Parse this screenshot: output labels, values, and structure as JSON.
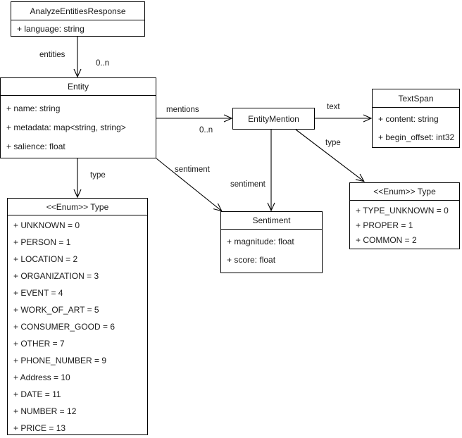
{
  "diagram": {
    "title": "AnalyzeEntitiesResponse UML class diagram",
    "type": "uml-class-diagram",
    "line_color": "#000000",
    "text_color": "#1a1a1a",
    "background": "#ffffff"
  },
  "classes": {
    "analyze_entities_response": {
      "name": "AnalyzeEntitiesResponse",
      "attributes": [
        "+ language: string"
      ]
    },
    "entity": {
      "name": "Entity",
      "attributes": [
        "+ name: string",
        "+ metadata: map<string, string>",
        "+ salience: float"
      ]
    },
    "entity_mention": {
      "name": "EntityMention",
      "attributes": []
    },
    "text_span": {
      "name": "TextSpan",
      "attributes": [
        "+ content: string",
        "+ begin_offset: int32"
      ]
    },
    "sentiment": {
      "name": "Sentiment",
      "attributes": [
        "+ magnitude: float",
        "+ score: float"
      ]
    },
    "entity_type_enum": {
      "name": "<<Enum>> Type",
      "attributes": [
        "+ UNKNOWN = 0",
        "+ PERSON = 1",
        "+ LOCATION = 2",
        "+ ORGANIZATION = 3",
        "+ EVENT = 4",
        "+ WORK_OF_ART = 5",
        "+ CONSUMER_GOOD = 6",
        "+ OTHER = 7",
        "+ PHONE_NUMBER = 9",
        "+ Address = 10",
        "+ DATE = 11",
        "+ NUMBER = 12",
        "+ PRICE = 13"
      ]
    },
    "mention_type_enum": {
      "name": "<<Enum>> Type",
      "attributes": [
        "+ TYPE_UNKNOWN = 0",
        "+ PROPER = 1",
        "+ COMMON = 2"
      ]
    }
  },
  "edges": {
    "entities": {
      "label": "entities",
      "multiplicity": "0..n"
    },
    "entity_type": {
      "label": "type",
      "multiplicity": ""
    },
    "mentions": {
      "label": "mentions",
      "multiplicity": "0..n"
    },
    "entity_sentiment": {
      "label": "sentiment",
      "multiplicity": ""
    },
    "mention_text": {
      "label": "text",
      "multiplicity": ""
    },
    "mention_type": {
      "label": "type",
      "multiplicity": ""
    },
    "mention_sentiment": {
      "label": "sentiment",
      "multiplicity": ""
    }
  }
}
